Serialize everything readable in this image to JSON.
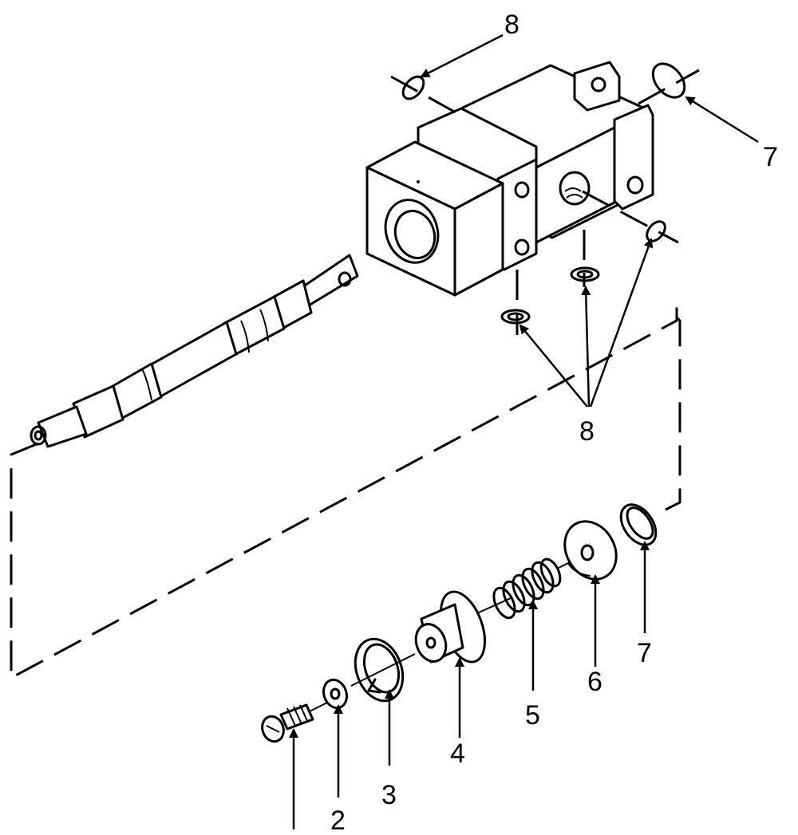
{
  "diagram": {
    "callouts": {
      "c2": "2",
      "c3": "3",
      "c4": "4",
      "c5": "5",
      "c6": "6",
      "c7_bottom": "7",
      "c7_top": "7",
      "c8_top": "8",
      "c8_mid": "8"
    }
  }
}
